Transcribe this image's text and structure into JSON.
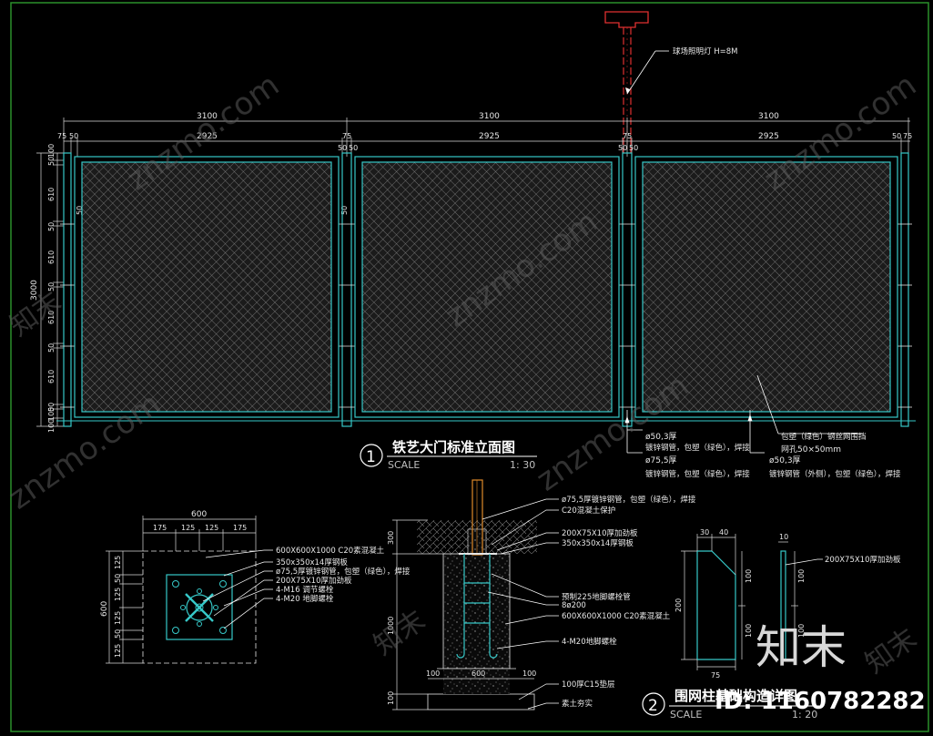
{
  "colors": {
    "background": "#000000",
    "frame": "#2a8f2a",
    "panel": "#36c8c8",
    "mesh": "#8c8c8c",
    "dimension": "#d9d9d9",
    "red_pole": "#e03030",
    "leader": "#ffffff"
  },
  "elevation": {
    "spans": [
      "3100",
      "3100",
      "3100"
    ],
    "clear_widths": [
      "2925",
      "2925",
      "2925"
    ],
    "post_dims": [
      "75",
      "50",
      "50",
      "50",
      "75",
      "50",
      "50",
      "50",
      "75"
    ],
    "height_total": "3000",
    "vertical_dims": [
      "50",
      "100",
      "610",
      "50",
      "610",
      "50",
      "610",
      "50",
      "610",
      "50",
      "100",
      "100"
    ],
    "side_marks": [
      "50",
      "50"
    ],
    "lamp_note": "球场照明灯 H=8M",
    "callouts": [
      {
        "main": "ø50,3厚",
        "sub": "镀锌钢管，包塑（绿色），焊接"
      },
      {
        "main": "ø75,5厚",
        "sub": "镀锌钢管，包塑（绿色），焊接"
      },
      {
        "main": "包塑（绿色）钢丝网围挡",
        "sub": "网孔50×50mm"
      },
      {
        "main": "ø50,3厚",
        "sub": "镀锌钢管（外侧），包塑（绿色），焊接"
      }
    ],
    "title_number": "1",
    "title": "铁艺大门标准立面图",
    "scale_label": "SCALE",
    "scale_value": "1: 30"
  },
  "plan": {
    "width_total": "600",
    "width_parts": [
      "175",
      "125",
      "125",
      "175"
    ],
    "height_total": "600",
    "height_parts": [
      "125",
      "50",
      "125",
      "125",
      "50",
      "125"
    ],
    "notes": [
      "600X600X1000 C20素混凝土",
      "350x350x14厚钢板",
      "ø75,5厚镀锌钢管，包塑（绿色），焊接",
      "200X75X10厚加劲板",
      "4-M16 调节螺栓",
      "4-M20 地脚螺栓"
    ]
  },
  "section": {
    "dims": [
      "300",
      "1000",
      "100",
      "600",
      "100",
      "100"
    ],
    "notes": [
      "ø75,5厚镀锌钢管，包塑（绿色），焊接",
      "C20混凝土保护",
      "200X75X10厚加劲板",
      "350x350x14厚钢板",
      "预制225地脚螺栓管",
      "8ø200",
      "600X600X1000 C20素混凝土",
      "4-M20地脚螺栓",
      "100厚C15垫层",
      "素土夯实"
    ]
  },
  "stiffener": {
    "dims": [
      "30",
      "40",
      "10",
      "100",
      "100",
      "200",
      "75",
      "100",
      "100"
    ],
    "note": "200X75X10厚加劲板"
  },
  "detail_title_number": "2",
  "detail_title": "围网柱基础构造详图",
  "detail_scale_label": "SCALE",
  "detail_scale_value": "1: 20",
  "watermark": {
    "brand": "知末",
    "site": "znzmo.com",
    "id": "ID: 1160782282"
  }
}
